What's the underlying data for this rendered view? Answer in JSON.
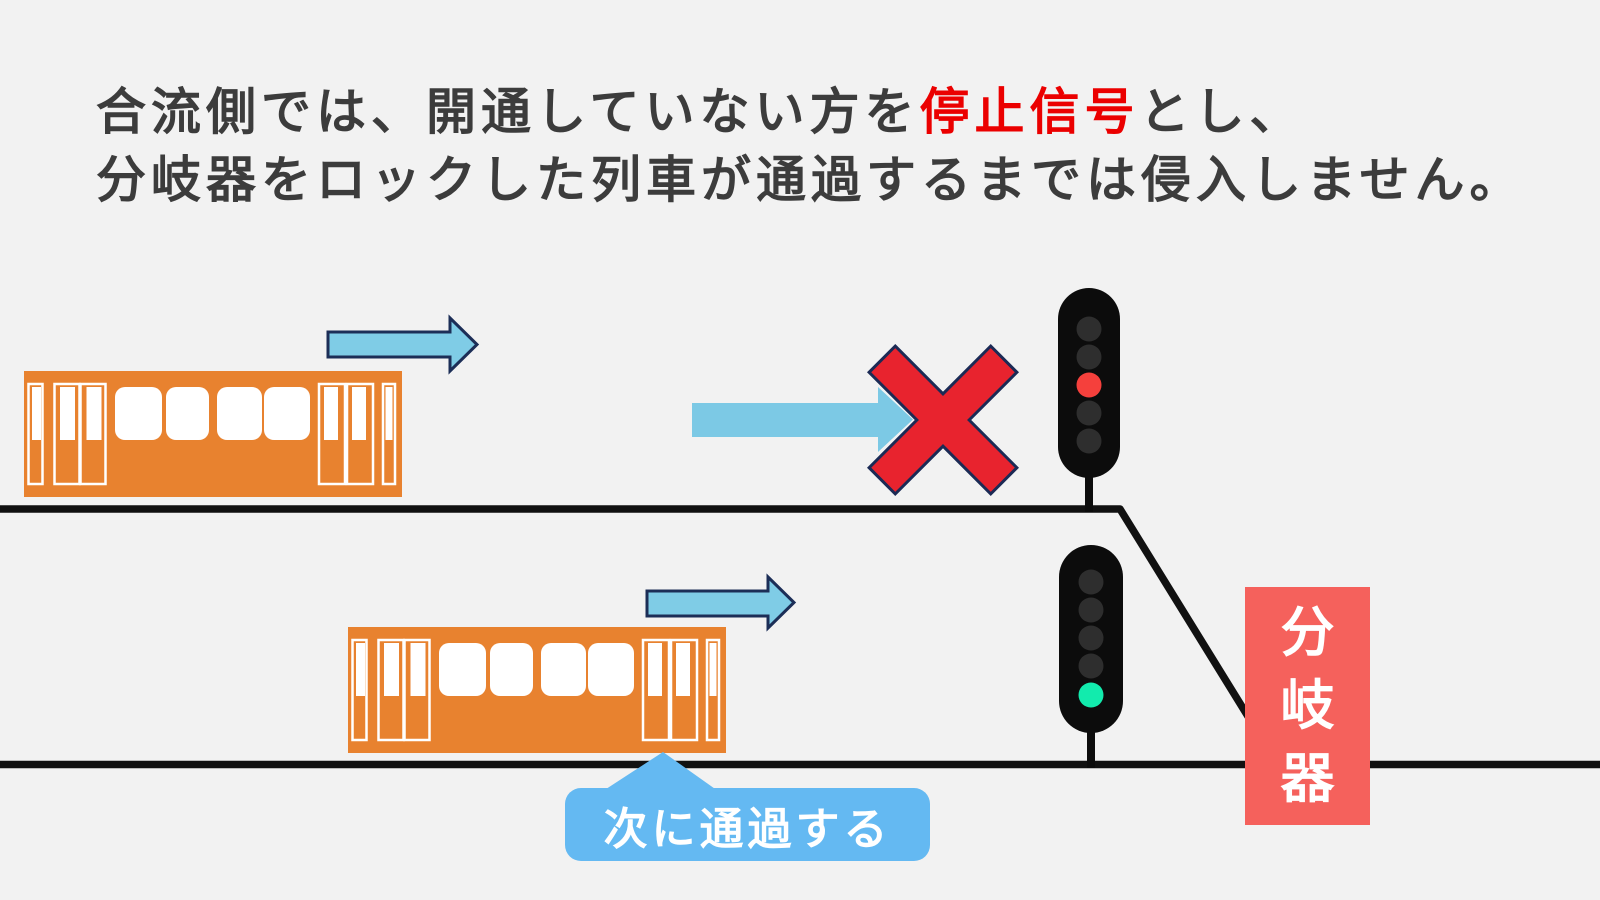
{
  "title": {
    "line1_pre": "合流側では、開通していない方を",
    "line1_highlight": "停止信号",
    "line1_post": "とし、",
    "line2": "分岐器をロックした列車が通過するまでは侵入しません。"
  },
  "annotations": {
    "next_train_label": "次に通過する",
    "switch_label": "分岐器",
    "switch_label_chars": [
      "分",
      "岐",
      "器"
    ]
  },
  "signals": {
    "upper": {
      "state": "stop",
      "lights": [
        "#2E2E2E",
        "#2E2E2E",
        "#F5403C",
        "#2E2E2E",
        "#2E2E2E"
      ]
    },
    "lower": {
      "state": "proceed",
      "lights": [
        "#2E2E2E",
        "#2E2E2E",
        "#2E2E2E",
        "#2E2E2E",
        "#12EBAD"
      ]
    }
  },
  "colors": {
    "background": "#F2F2F2",
    "title_text": "#3C3C3C",
    "title_highlight": "#EB0000",
    "train": "#E8822F",
    "track": "#111111",
    "arrow_small_fill": "#7FCCE6",
    "arrow_small_border": "#1C2E57",
    "arrow_large_fill": "#7CC9E5",
    "x_mark_fill": "#E8232E",
    "x_mark_border": "#1B2A55",
    "signal_housing": "#0C0C0C",
    "signal_red": "#F5403C",
    "signal_green": "#12EBAD",
    "callout_bubble": "#64B9F2",
    "switch_box": "#F5615C"
  }
}
